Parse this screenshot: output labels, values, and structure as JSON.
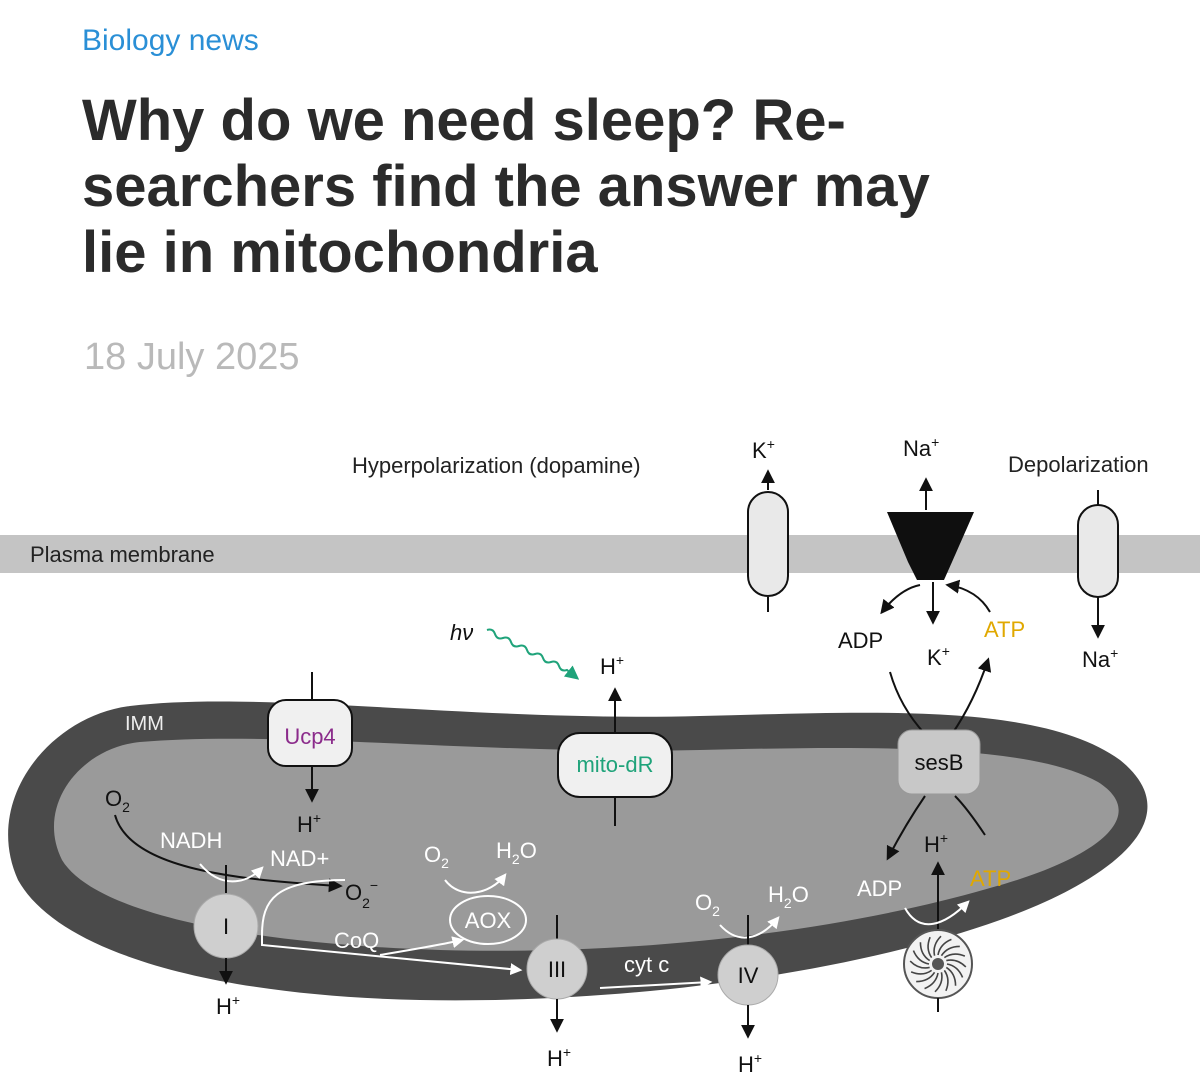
{
  "article": {
    "category": "Biology news",
    "headline_lines": [
      "Why do we need sleep? Re-",
      "searchers find the answer may",
      "lie in mitochondria"
    ],
    "date": "18 July 2025"
  },
  "diagram": {
    "hyperpolarization": "Hyperpolarization (dopamine)",
    "depolarization": "Depolarization",
    "plasma_membrane": "Plasma membrane",
    "imm": "IMM",
    "k_ion": "K",
    "na_ion": "Na",
    "h_ion": "H",
    "plus": "+",
    "minus": "−",
    "o_letter": "O",
    "h_letter": "H",
    "sub_2": "2",
    "h2o_o": "O",
    "adp": "ADP",
    "atp": "ATP",
    "hv": "hν",
    "ucp4": "Ucp4",
    "mito_dr": "mito-dR",
    "sesb": "sesB",
    "nadh": "NADH",
    "nad_plus": "NAD+",
    "coq": "CoQ",
    "aox": "AOX",
    "cyt_c": "cyt c",
    "complex_1": "I",
    "complex_3": "III",
    "complex_4": "IV",
    "colors": {
      "link_blue": "#2a8fd6",
      "ucp4_purple": "#8b2b8b",
      "mito_dr_green": "#1fa37a",
      "atp_yellow": "#e0a800",
      "membrane_grey": "#c4c4c4",
      "imm_dark": "#4a4a4a",
      "matrix_grey": "#9a9a9a"
    }
  }
}
